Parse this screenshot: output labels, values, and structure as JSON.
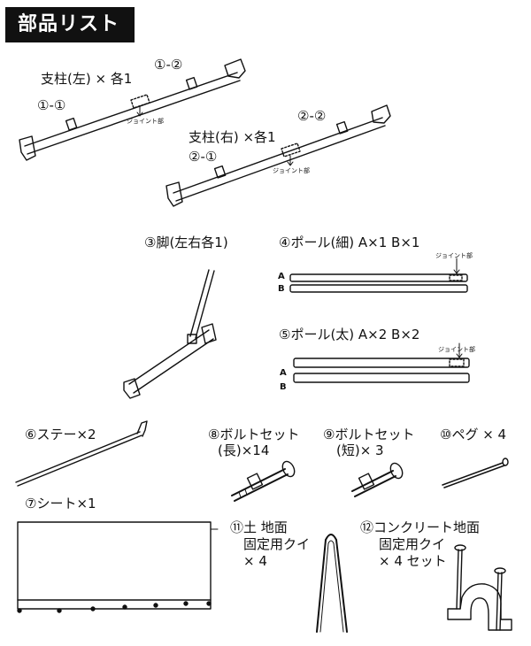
{
  "header": {
    "title": "部品リスト"
  },
  "parts": {
    "p1": {
      "label": "支柱(左) × 各1",
      "sub_a": "①-①",
      "sub_b": "①-②",
      "joint": "ジョイント部"
    },
    "p2": {
      "label": "支柱(右) ×各1",
      "sub_a": "②-①",
      "sub_b": "②-②",
      "joint": "ジョイント部"
    },
    "p3": {
      "label": "③脚(左右各1)"
    },
    "p4": {
      "label": "④ポール(細)  A×1   B×1",
      "joint": "ジョイント部",
      "a": "A",
      "b": "B"
    },
    "p5": {
      "label": "⑤ポール(太)  A×2   B×2",
      "joint": "ジョイント部",
      "a": "A",
      "b": "B"
    },
    "p6": {
      "label": "⑥ステー×2"
    },
    "p7": {
      "label": "⑦シート×1"
    },
    "p8": {
      "line1": "⑧ボルトセット",
      "line2": "(長)×14"
    },
    "p9": {
      "line1": "⑨ボルトセット",
      "line2": "(短)× 3"
    },
    "p10": {
      "label": "⑩ペグ × 4"
    },
    "p11": {
      "line1": "⑪土 地面",
      "line2": "固定用クイ",
      "line3": "× 4"
    },
    "p12": {
      "line1": "⑫コンクリート地面",
      "line2": "固定用クイ",
      "line3": "× 4 セット"
    }
  },
  "icons": {
    "pole_left": "support-pole-left-icon",
    "pole_right": "support-pole-right-icon",
    "leg": "leg-icon",
    "thin_pole": "thin-pole-icon",
    "thick_pole": "thick-pole-icon",
    "stay": "stay-icon",
    "bolt_long": "long-bolt-icon",
    "bolt_short": "short-bolt-icon",
    "peg": "peg-icon",
    "sheet": "sheet-icon",
    "u_stake": "u-stake-icon",
    "concrete_stake": "concrete-stake-icon"
  }
}
